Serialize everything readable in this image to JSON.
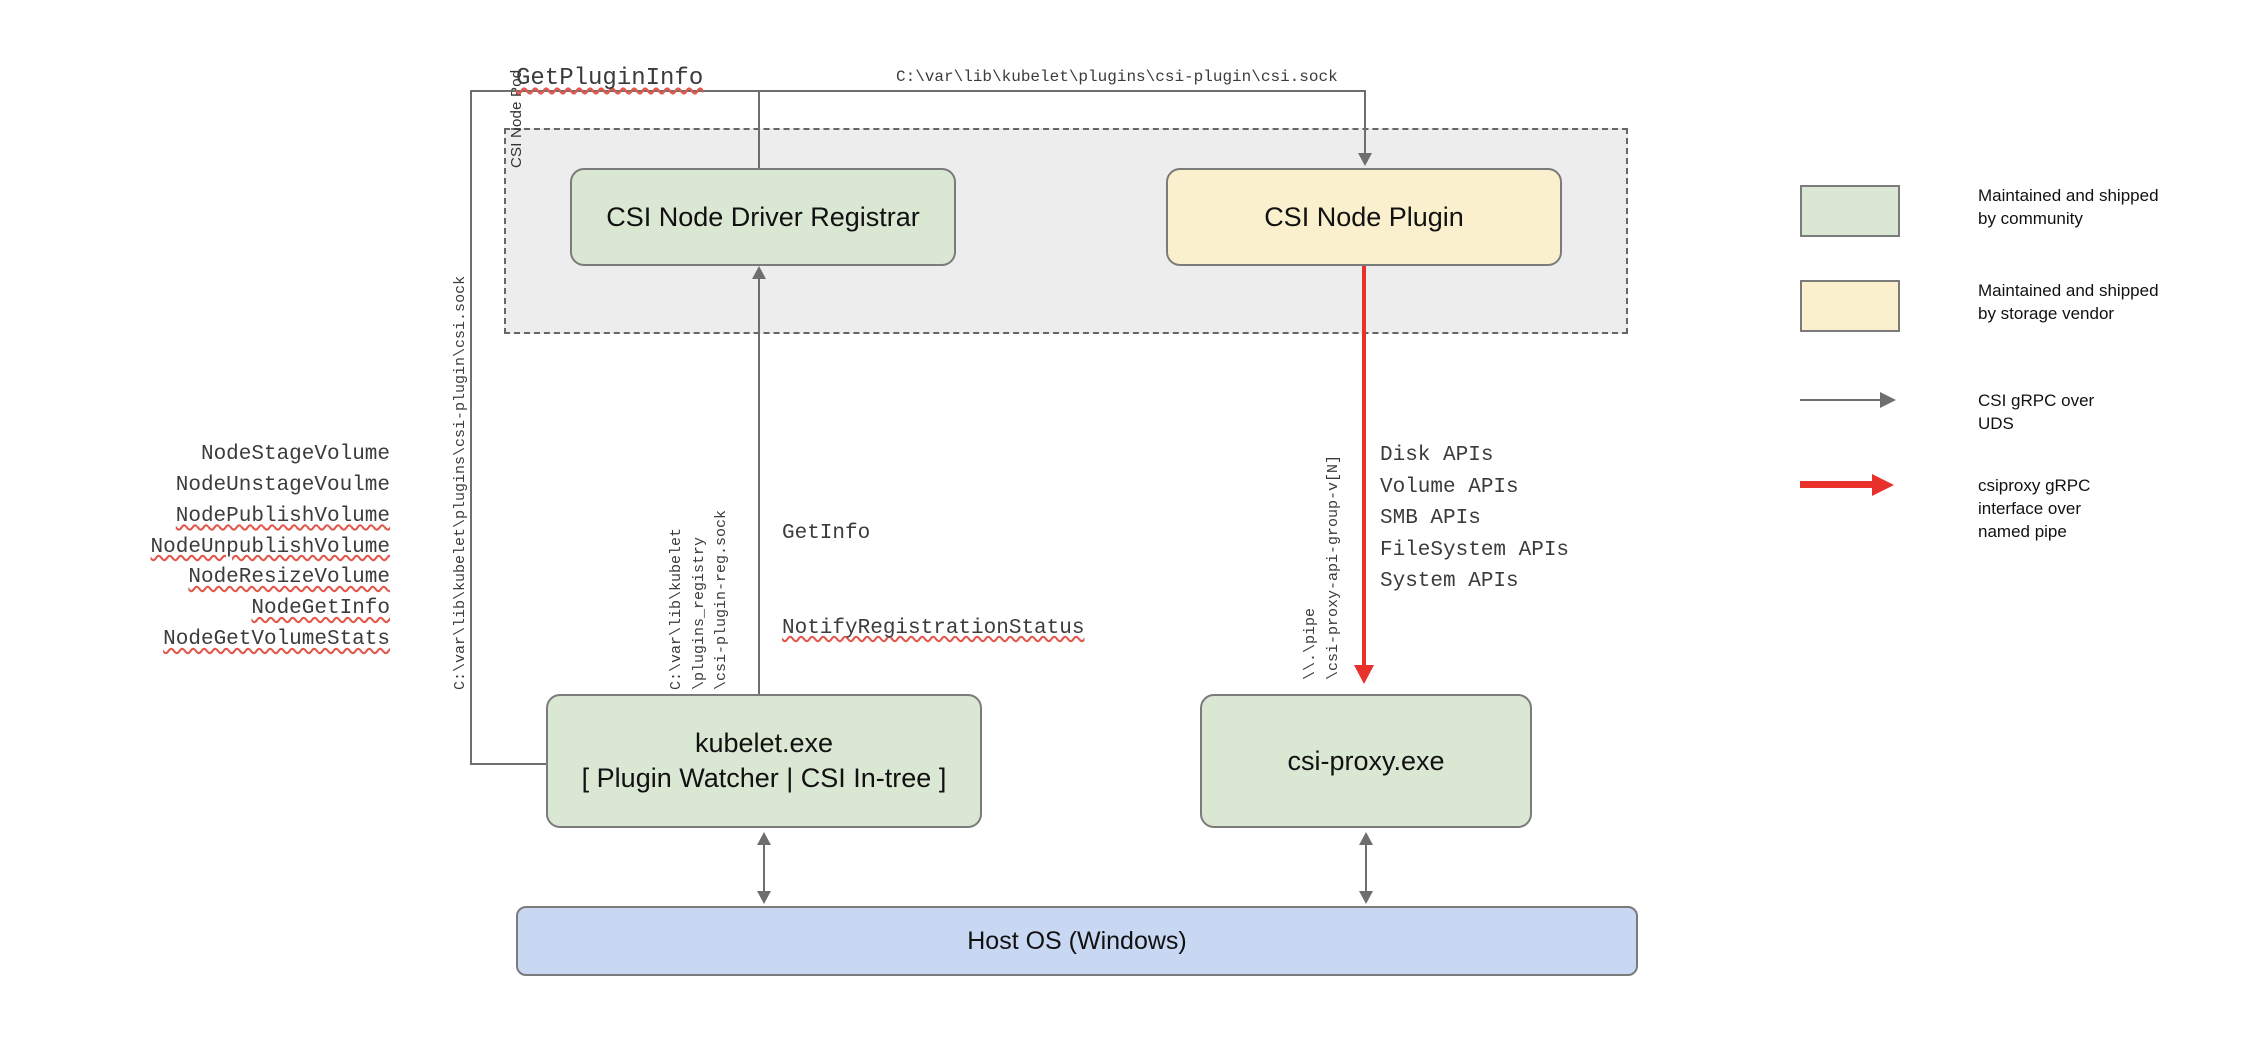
{
  "diagram": {
    "pod": {
      "label": "CSI Node Pod"
    },
    "boxes": {
      "registrar": "CSI Node Driver Registrar",
      "node_plugin": "CSI Node Plugin",
      "kubelet_line1": "kubelet.exe",
      "kubelet_line2": "[ Plugin Watcher | CSI In-tree ]",
      "csi_proxy": "csi-proxy.exe",
      "host_os": "Host OS (Windows)"
    },
    "labels": {
      "get_plugin_info": "GetPluginInfo",
      "csi_sock_top": "C:\\var\\lib\\kubelet\\plugins\\csi-plugin\\csi.sock",
      "vertical_csi_sock": "C:\\var\\lib\\kubelet\\plugins\\csi-plugin\\csi.sock",
      "vertical_reg_sock_line1": "C:\\var\\lib\\kubelet",
      "vertical_reg_sock_line2": "\\plugins_registry",
      "vertical_reg_sock_line3": "\\csi-plugin-reg.sock",
      "vertical_pipe_line1": "\\\\.\\pipe",
      "vertical_pipe_line2": "\\csi-proxy-api-group-v[N]",
      "get_info": "GetInfo",
      "notify_registration_status": "NotifyRegistrationStatus"
    },
    "node_api_calls": [
      {
        "text": "NodeStageVolume",
        "spellcheck_underline": false
      },
      {
        "text": "NodeUnstageVoulme",
        "spellcheck_underline": false
      },
      {
        "text": "NodePublishVolume",
        "spellcheck_underline": true
      },
      {
        "text": "NodeUnpublishVolume",
        "spellcheck_underline": true
      },
      {
        "text": "NodeResizeVolume",
        "spellcheck_underline": true
      },
      {
        "text": "NodeGetInfo",
        "spellcheck_underline": true
      },
      {
        "text": "NodeGetVolumeStats",
        "spellcheck_underline": true
      }
    ],
    "proxy_apis": [
      "Disk APIs",
      "Volume APIs",
      "SMB APIs",
      "FileSystem APIs",
      "System APIs"
    ]
  },
  "legend": {
    "items": [
      {
        "type": "swatch",
        "color": "#d9e7d3",
        "text": "Maintained and shipped\nby community"
      },
      {
        "type": "swatch",
        "color": "#fbf0cd",
        "text": "Maintained and shipped\nby storage vendor"
      },
      {
        "type": "arrow-thin",
        "color": "#6e6e6e",
        "text": "CSI gRPC over\nUDS"
      },
      {
        "type": "arrow-thick-red",
        "color": "#e8312a",
        "text": "csiproxy gRPC\ninterface over\nnamed pipe"
      }
    ]
  },
  "colors": {
    "community_green": "#d9e7d3",
    "vendor_yellow": "#fbf0cd",
    "host_os_blue": "#c8d8f2",
    "pod_background": "#ededed",
    "line_gray": "#6e6e6e",
    "csiproxy_red": "#e8312a"
  }
}
